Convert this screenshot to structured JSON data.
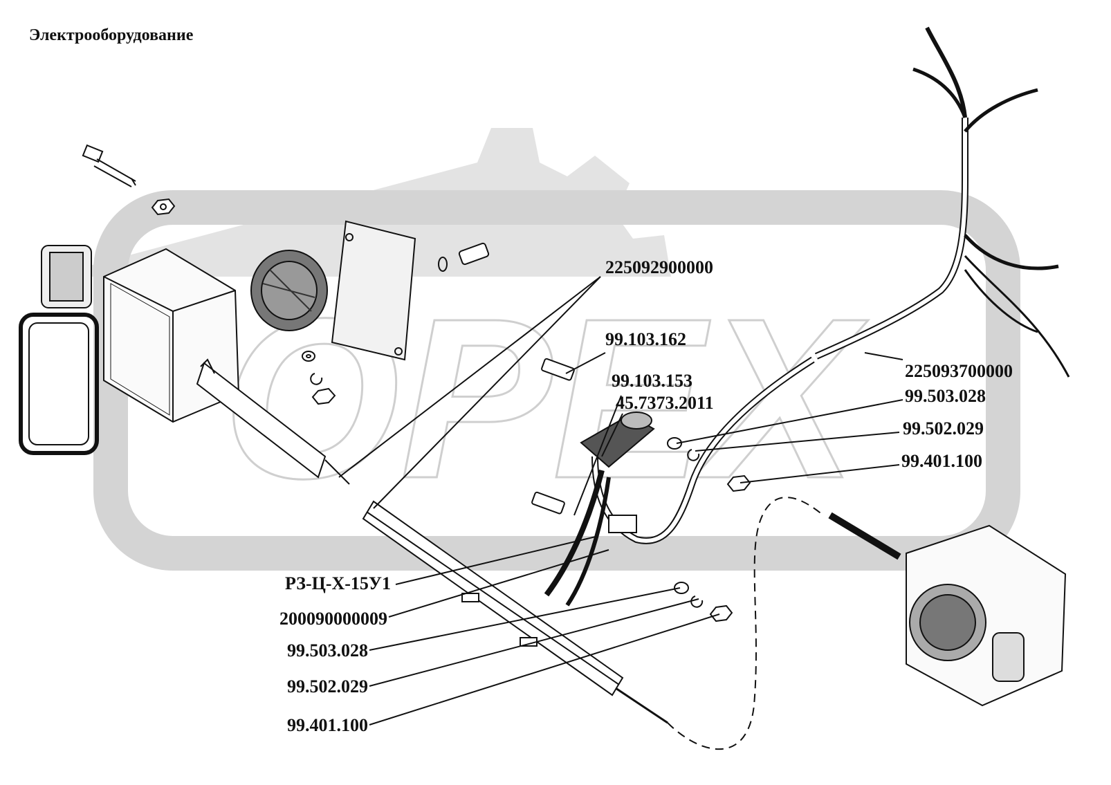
{
  "title": "Электрооборудование",
  "labels": {
    "p225092900000": "225092900000",
    "p99_103_162": "99.103.162",
    "p99_103_153": "99.103.153",
    "p45_7373_2011": "45.7373.2011",
    "p225093700000": "225093700000",
    "p99_503_028_r": "99.503.028",
    "p99_502_029_r": "99.502.029",
    "p99_401_100_r": "99.401.100",
    "pRZ": "РЗ-Ц-Х-15У1",
    "p200090000009": "200090000009",
    "p99_503_028_l": "99.503.028",
    "p99_502_029_l": "99.502.029",
    "p99_401_100_l": "99.401.100"
  },
  "watermark": "ОРЕХ",
  "colors": {
    "ink": "#111111",
    "watermark": "#d9d9d9"
  }
}
